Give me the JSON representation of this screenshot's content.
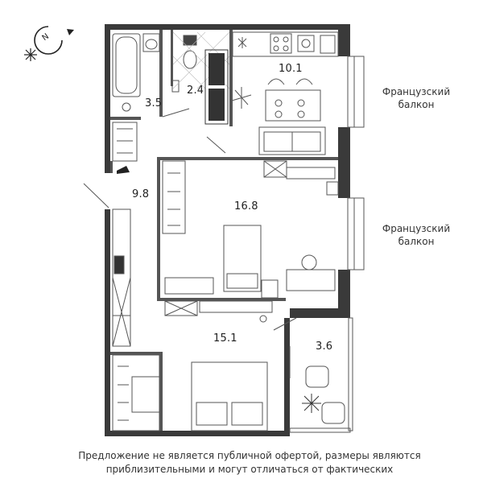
{
  "compass": {
    "letter": "N"
  },
  "rooms": [
    {
      "id": "bathroom",
      "area": "3.5"
    },
    {
      "id": "wc",
      "area": "2.4"
    },
    {
      "id": "kitchen",
      "area": "10.1"
    },
    {
      "id": "hall",
      "area": "9.8"
    },
    {
      "id": "living-room",
      "area": "16.8"
    },
    {
      "id": "bedroom",
      "area": "15.1"
    },
    {
      "id": "loggia",
      "area": "3.6"
    }
  ],
  "balconies": [
    {
      "line1": "Французский",
      "line2": "балкон"
    },
    {
      "line1": "Французский",
      "line2": "балкон"
    }
  ],
  "disclaimer": {
    "line1": "Предложение не является публичной офертой, размеры являются",
    "line2": "приблизительными и могут отличаться от фактических"
  },
  "colors": {
    "wall": "#3a3a3a",
    "line": "#555555",
    "accent": "#222222"
  }
}
